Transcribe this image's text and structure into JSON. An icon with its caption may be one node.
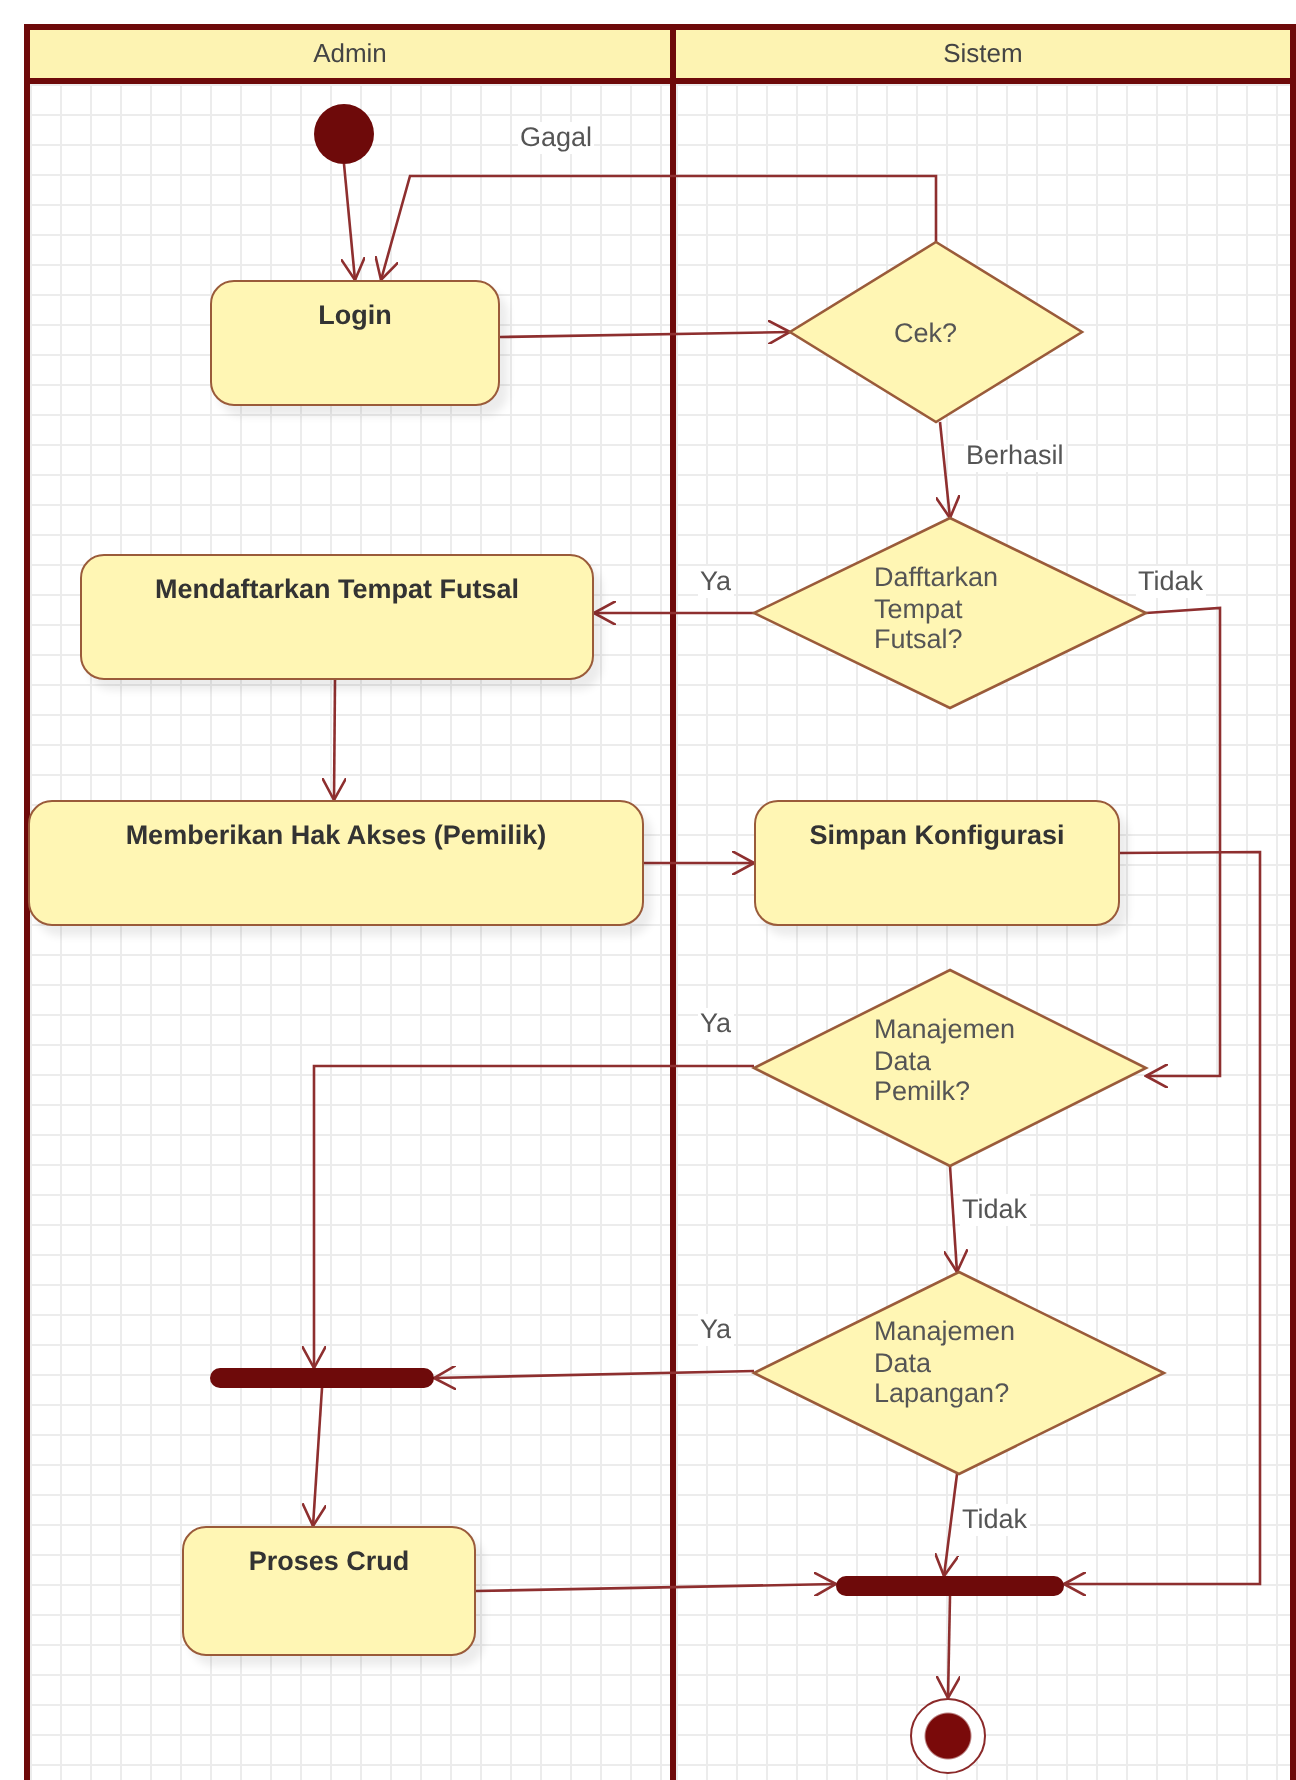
{
  "diagram": {
    "nodes": [
      {
        "text": [
          "Admin"
        ]
      },
      {
        "text": [
          "Sistem"
        ]
      },
      {
        "text": [],
        "shape": "circle",
        "in": 0
      },
      {
        "text": [
          "Login"
        ],
        "in": 0
      },
      {
        "text": [
          "Cek?"
        ],
        "in": 1
      },
      {
        "text": [
          "Mendaftarkan Tempat Futsal"
        ],
        "in": 0
      },
      {
        "text": [
          "Dafftarkan Tempat Futsal?"
        ],
        "in": 1
      },
      {
        "text": [
          "Memberikan Hak Akses (Pemilik)"
        ],
        "in": 0
      },
      {
        "text": [
          "Simpan Konfigurasi"
        ],
        "in": 1
      },
      {
        "text": [
          "Manajemen Data Pemilk?"
        ],
        "in": 1
      },
      {
        "text": [],
        "shape": "bar",
        "in": 0
      },
      {
        "text": [
          "Manajemen Data Lapangan?"
        ],
        "in": 1
      },
      {
        "text": [
          "Proses Crud"
        ],
        "in": 0
      },
      {
        "text": [],
        "shape": "bar",
        "in": 1
      },
      {
        "text": [],
        "shape": "circle",
        "in": 1
      }
    ],
    "edges": [
      {
        "from": 2,
        "to": 3,
        "arrow": "to"
      },
      {
        "from": 4,
        "to": 3,
        "arrow": "to",
        "label": "Gagal"
      },
      {
        "from": 3,
        "to": 4,
        "arrow": "to"
      },
      {
        "from": 4,
        "to": 6,
        "arrow": "to",
        "label": "Berhasil"
      },
      {
        "from": 6,
        "to": 5,
        "arrow": "to",
        "label": "Ya"
      },
      {
        "from": 6,
        "to": 9,
        "arrow": "to",
        "label": "Tidak"
      },
      {
        "from": 5,
        "to": 7,
        "arrow": "to"
      },
      {
        "from": 7,
        "to": 8,
        "arrow": "to"
      },
      {
        "from": 8,
        "to": 13,
        "arrow": "to"
      },
      {
        "from": 9,
        "to": 10,
        "arrow": "to",
        "label": "Ya"
      },
      {
        "from": 9,
        "to": 11,
        "arrow": "to",
        "label": "Tidak"
      },
      {
        "from": 11,
        "to": 10,
        "arrow": "to",
        "label": "Ya"
      },
      {
        "from": 11,
        "to": 13,
        "arrow": "to",
        "label": "Tidak"
      },
      {
        "from": 10,
        "to": 12,
        "arrow": "to"
      },
      {
        "from": 12,
        "to": 13,
        "arrow": "to"
      },
      {
        "from": 13,
        "to": 14,
        "arrow": "to"
      }
    ]
  }
}
